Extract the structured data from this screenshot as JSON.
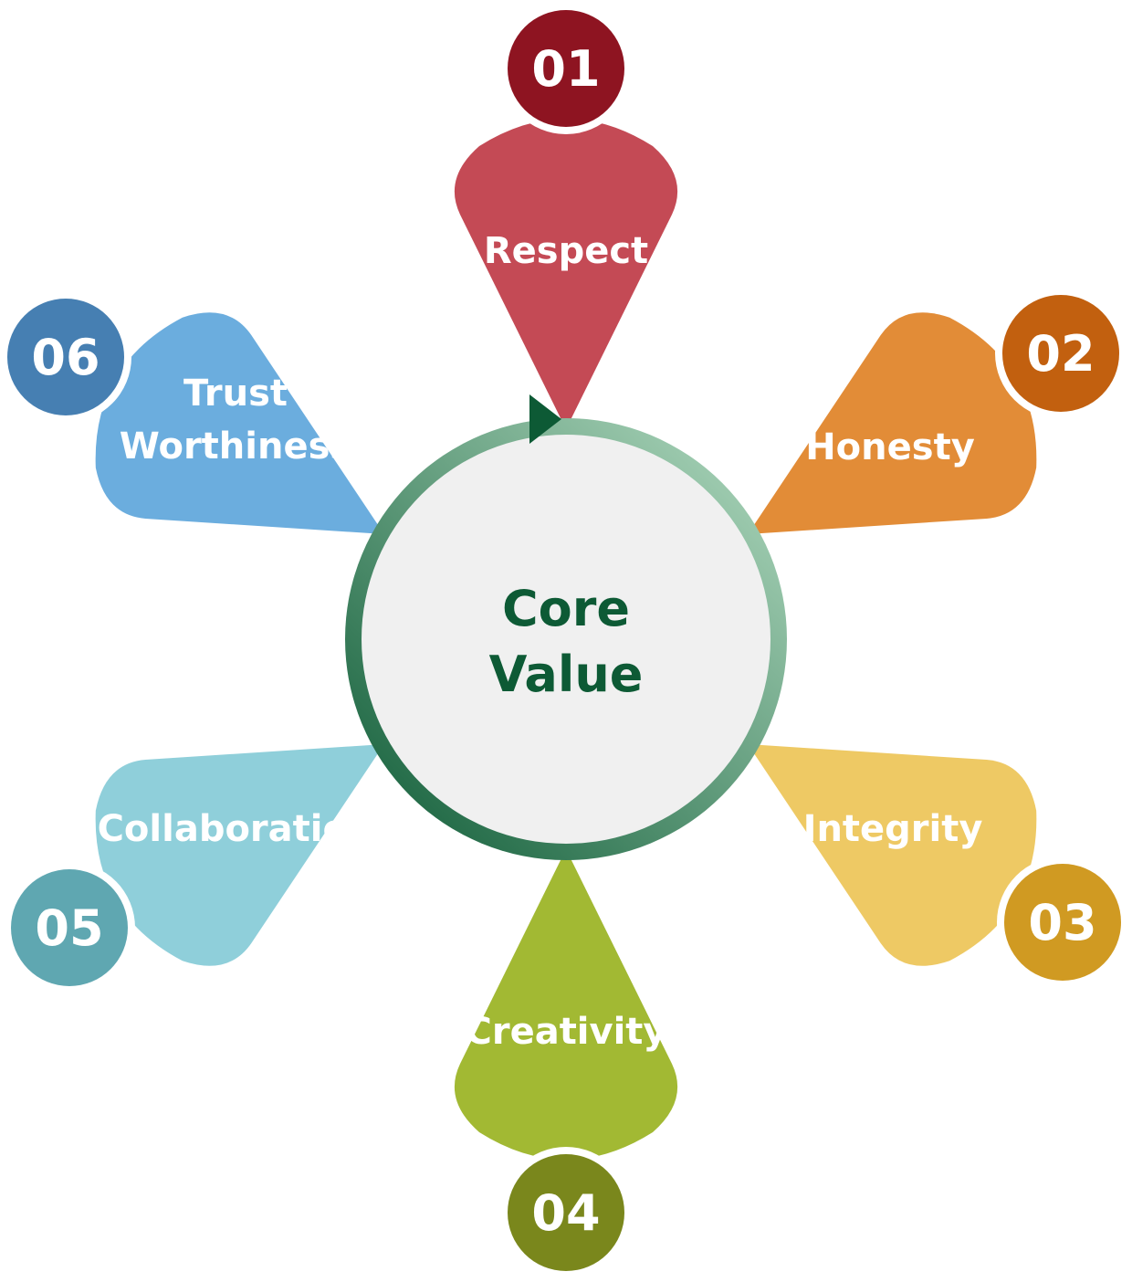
{
  "center": {
    "line1": "Core",
    "line2": "Value"
  },
  "values": [
    {
      "number": "01",
      "label_lines": [
        "Respect"
      ],
      "color": "#c44a55",
      "badge_color": "#8e1421"
    },
    {
      "number": "02",
      "label_lines": [
        "Honesty"
      ],
      "color": "#e28c37",
      "badge_color": "#c2600f"
    },
    {
      "number": "03",
      "label_lines": [
        "Integrity"
      ],
      "color": "#eec964",
      "badge_color": "#d09a22"
    },
    {
      "number": "04",
      "label_lines": [
        "Creativity"
      ],
      "color": "#a2b933",
      "badge_color": "#7a871c"
    },
    {
      "number": "05",
      "label_lines": [
        "Collaboration"
      ],
      "color": "#8fcfda",
      "badge_color": "#5fa7b1"
    },
    {
      "number": "06",
      "label_lines": [
        "Trust",
        "Worthiness"
      ],
      "color": "#6badde",
      "badge_color": "#467fb2"
    }
  ],
  "ring_colors": {
    "dark": "#0d5a35",
    "light": "#b4dcc2"
  }
}
